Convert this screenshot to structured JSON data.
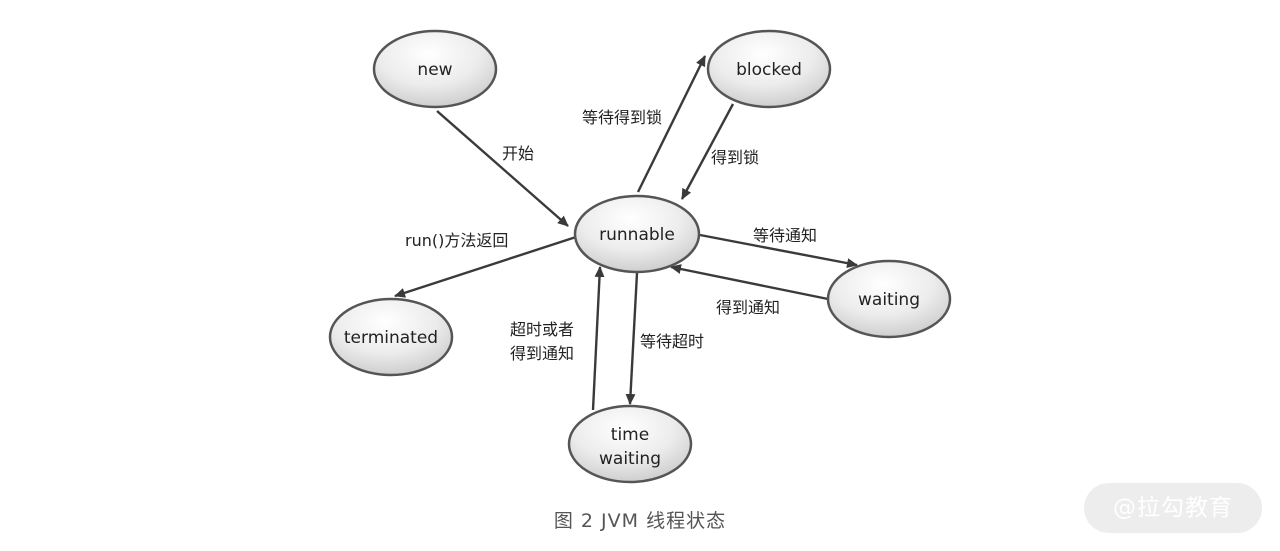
{
  "diagram": {
    "nodes": {
      "new": "new",
      "blocked": "blocked",
      "runnable": "runnable",
      "waiting": "waiting",
      "terminated": "terminated",
      "time_waiting_line1": "time",
      "time_waiting_line2": "waiting"
    },
    "edges": {
      "new_to_runnable": "开始",
      "runnable_to_blocked": "等待得到锁",
      "blocked_to_runnable": "得到锁",
      "runnable_to_waiting": "等待通知",
      "waiting_to_runnable": "得到通知",
      "runnable_to_terminated": "run()方法返回",
      "timewaiting_to_runnable_line1": "超时或者",
      "timewaiting_to_runnable_line2": "得到通知",
      "runnable_to_timewaiting": "等待超时"
    }
  },
  "caption": "图 2  JVM 线程状态",
  "watermark": "@拉勾教育"
}
